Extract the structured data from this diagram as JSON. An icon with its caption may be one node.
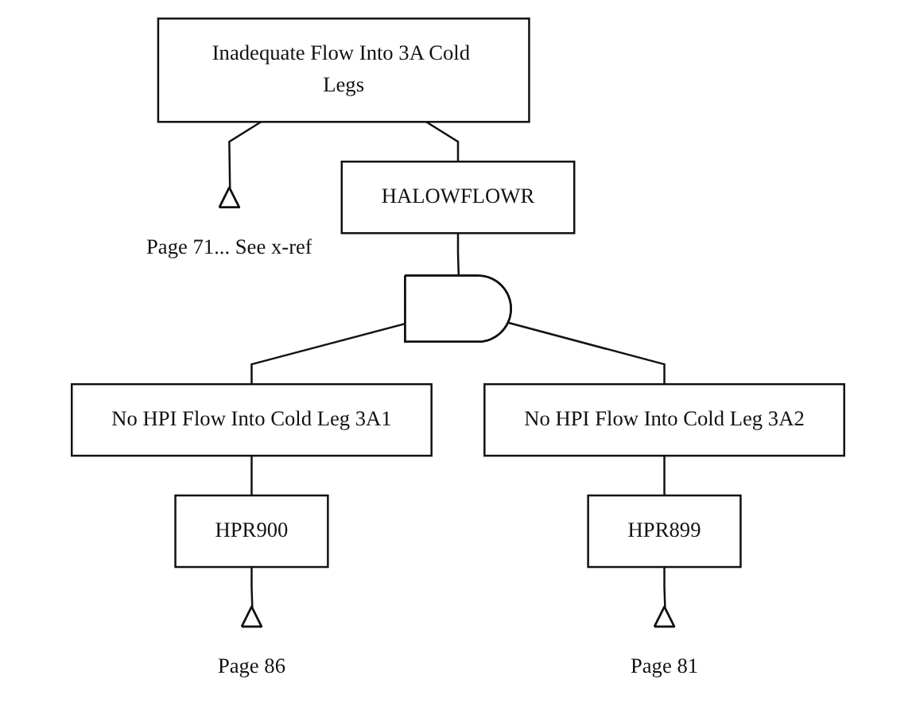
{
  "diagram": {
    "nodes": [
      {
        "text": [
          "Inadequate Flow Into 3A Cold Legs"
        ]
      },
      {
        "text": [],
        "shape": "triangle",
        "beside": [
          "Page 71... See x-ref"
        ]
      },
      {
        "text": [
          "HALOWFLOWR"
        ]
      },
      {
        "text": [],
        "shape": "gate"
      },
      {
        "text": [
          "No HPI Flow Into Cold Leg 3A1"
        ]
      },
      {
        "text": [
          "HPR900"
        ]
      },
      {
        "text": [],
        "shape": "triangle",
        "beside": [
          "Page 86"
        ]
      },
      {
        "text": [
          "No HPI Flow Into Cold Leg 3A2"
        ]
      },
      {
        "text": [
          "HPR899"
        ]
      },
      {
        "text": [],
        "shape": "triangle",
        "beside": [
          "Page 81"
        ]
      }
    ],
    "edges": [
      {
        "from": 0,
        "to": 1,
        "arrow": "none"
      },
      {
        "from": 0,
        "to": 2,
        "arrow": "none"
      },
      {
        "from": 2,
        "to": 3,
        "arrow": "none"
      },
      {
        "from": 3,
        "to": 4,
        "arrow": "none"
      },
      {
        "from": 3,
        "to": 7,
        "arrow": "none"
      },
      {
        "from": 4,
        "to": 5,
        "arrow": "none"
      },
      {
        "from": 5,
        "to": 6,
        "arrow": "none"
      },
      {
        "from": 7,
        "to": 8,
        "arrow": "none"
      },
      {
        "from": 8,
        "to": 9,
        "arrow": "none"
      }
    ]
  }
}
